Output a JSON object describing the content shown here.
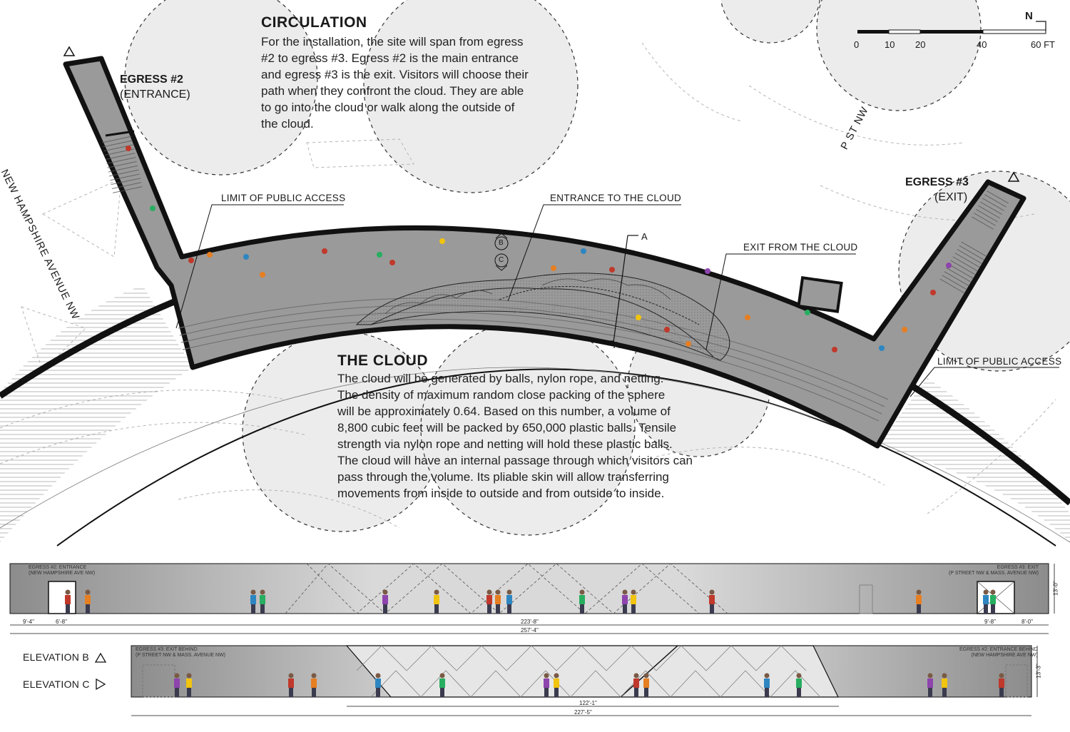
{
  "circulation": {
    "title": "CIRCULATION",
    "text": "For the installation, the site will span from egress\n#2 to egress #3. Egress #2 is the main entrance\nand egress #3 is the exit. Visitors will choose their\npath when they confront the cloud. They are able\nto go into the cloud or walk along the outside of\nthe cloud."
  },
  "cloud": {
    "title": "THE CLOUD",
    "text": "The cloud will be generated by balls, nylon rope, and netting.\nThe density of maximum random close packing of the sphere\nwill be approximately 0.64. Based on this number, a volume of\n8,800 cubic feet will be packed by 650,000 plastic balls. Tensile\nstrength via nylon rope and netting will hold these plastic balls.\nThe cloud will have an internal passage through which visitors can\npass through the volume. Its pliable skin will allow transferring\nmovements from inside to outside and from outside to inside."
  },
  "egress2": {
    "title": "EGRESS #2",
    "sub": "(ENTRANCE)"
  },
  "egress3": {
    "title": "EGRESS #3",
    "sub": "(EXIT)"
  },
  "streets": {
    "new_hampshire": "NEW HAMPSHIRE AVENUE NW",
    "p_st": "P ST NW"
  },
  "annotations": {
    "limit_left": "LIMIT OF PUBLIC ACCESS",
    "limit_right": "LIMIT OF PUBLIC ACCESS",
    "entrance_cloud": "ENTRANCE TO THE CLOUD",
    "exit_cloud": "EXIT FROM THE CLOUD",
    "section_a": "A",
    "marker_b": "B",
    "marker_c": "C"
  },
  "scale_bar": {
    "ticks": [
      "0",
      "10",
      "20",
      "40",
      "60 FT"
    ],
    "north": "N"
  },
  "elevation_b": {
    "label": "ELEVATION B",
    "left_caption": "EGRESS #2: ENTRANCE\n(NEW HAMPSHIRE AVE NW)",
    "right_caption": "EGRESS #3: EXIT\n(P STREET NW & MASS. AVENUE NW)",
    "dims": {
      "d1": "9'-4\"",
      "d2": "6'-8\"",
      "d3": "223'-8\"",
      "d4": "257'-4\"",
      "d5": "9'-8\"",
      "d6": "8'-0\"",
      "height": "13'-0\""
    }
  },
  "elevation_c": {
    "label": "ELEVATION C",
    "left_caption": "EGRESS #3: EXIT BEHIND\n(P STREET NW & MASS. AVENUE NW)",
    "right_caption": "EGRESS #2: ENTRANCE BEHIND\n(NEW HAMPSHIRE AVE NW)",
    "dims": {
      "d1": "122'-1\"",
      "d2": "227'-5\"",
      "height": "13'-3\""
    }
  },
  "colors": {
    "corridor": "#9a9a9a",
    "wall": "#111111",
    "cloud": "#dedede",
    "tree_fill": "#ececec",
    "people": [
      "#c0392b",
      "#e67e22",
      "#2e86c1",
      "#27ae60",
      "#8e44ad",
      "#f1c40f"
    ]
  }
}
